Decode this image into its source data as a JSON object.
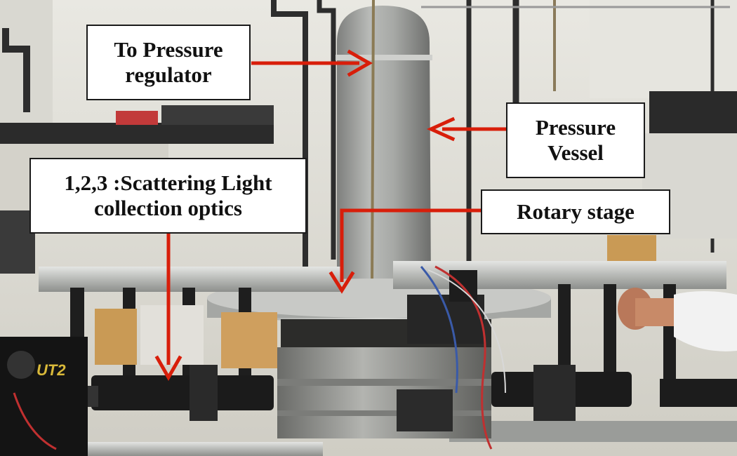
{
  "labels": {
    "regulator": {
      "line1": "To Pressure",
      "line2": "regulator"
    },
    "vessel": {
      "line1": "Pressure",
      "line2": "Vessel"
    },
    "optics": {
      "line1": "1,2,3 :Scattering Light",
      "line2": "collection optics"
    },
    "rotary": {
      "line1": "Rotary stage"
    }
  },
  "equipment_marking": "UT2",
  "colors": {
    "arrow": "#d81e0a",
    "label_background": "#ffffff",
    "label_border": "#1a1a1a"
  }
}
